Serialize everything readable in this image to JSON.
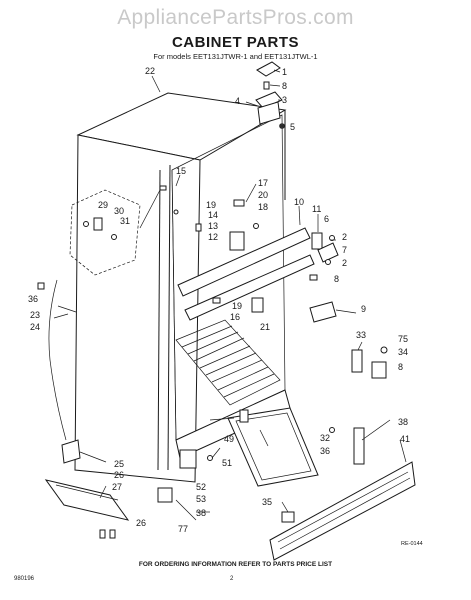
{
  "watermark": "AppliancePartsPros.com",
  "title": "CABINET PARTS",
  "subtitle": "For models EET131JTWR-1 and EET131JTWL-1",
  "footer": "FOR ORDERING INFORMATION REFER TO PARTS PRICE LIST",
  "code_left": "980196",
  "page_number": "2",
  "ref_code": "RE-0144",
  "callouts": [
    "22",
    "1",
    "8",
    "3",
    "4",
    "5",
    "15",
    "17",
    "20",
    "18",
    "19",
    "14",
    "13",
    "12",
    "29",
    "30",
    "31",
    "10",
    "11",
    "6",
    "2",
    "7",
    "2",
    "8",
    "36",
    "23",
    "24",
    "19",
    "16",
    "21",
    "9",
    "33",
    "75",
    "34",
    "8",
    "38",
    "41",
    "32",
    "36",
    "49",
    "51",
    "25",
    "26",
    "27",
    "52",
    "53",
    "77",
    "35",
    "38",
    "26"
  ]
}
